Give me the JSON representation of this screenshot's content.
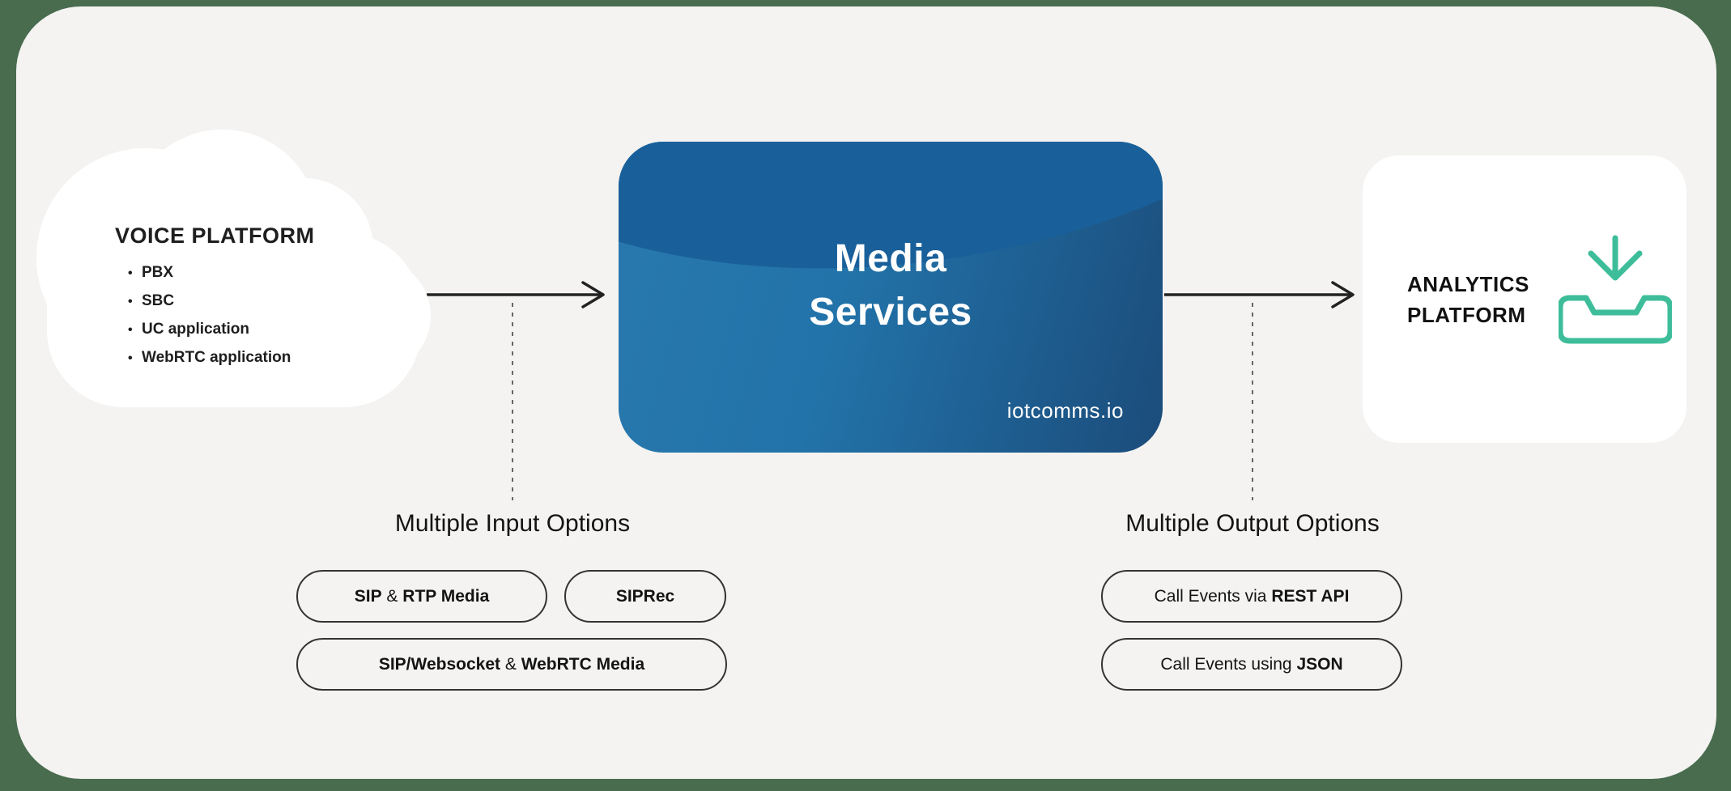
{
  "colors": {
    "background_green": "#496c4f",
    "panel_gray": "#f4f3f1",
    "media_blue_light": "#2979ae",
    "media_blue_mid": "#2273a9",
    "media_blue_dark": "#1b4c7b",
    "media_wave_blue": "#19609a",
    "accent_teal": "#3ebd9a",
    "line_black": "#222222",
    "text_black": "#141414"
  },
  "voice_platform": {
    "title": "VOICE PLATFORM",
    "bullet": "•",
    "items": [
      "PBX",
      "SBC",
      "UC application",
      "WebRTC application"
    ]
  },
  "media_services": {
    "title_line1": "Media",
    "title_line2": "Services",
    "brand": "iotcomms.io"
  },
  "analytics_platform": {
    "title_line1": "ANALYTICS",
    "title_line2": "PLATFORM",
    "icon": "download-inbox-icon"
  },
  "input_options": {
    "label": "Multiple Input Options",
    "pills": [
      {
        "segments": [
          {
            "text": "SIP",
            "bold": true
          },
          {
            "text": " & ",
            "bold": false
          },
          {
            "text": "RTP Media",
            "bold": true
          }
        ]
      },
      {
        "segments": [
          {
            "text": "SIPRec",
            "bold": true
          }
        ]
      },
      {
        "segments": [
          {
            "text": "SIP/Websocket",
            "bold": true
          },
          {
            "text": " & ",
            "bold": false
          },
          {
            "text": "WebRTC Media",
            "bold": true
          }
        ]
      }
    ]
  },
  "output_options": {
    "label": "Multiple Output Options",
    "pills": [
      {
        "segments": [
          {
            "text": "Call Events via ",
            "bold": false
          },
          {
            "text": "REST API",
            "bold": true
          }
        ]
      },
      {
        "segments": [
          {
            "text": "Call Events using ",
            "bold": false
          },
          {
            "text": "JSON",
            "bold": true
          }
        ]
      }
    ]
  }
}
